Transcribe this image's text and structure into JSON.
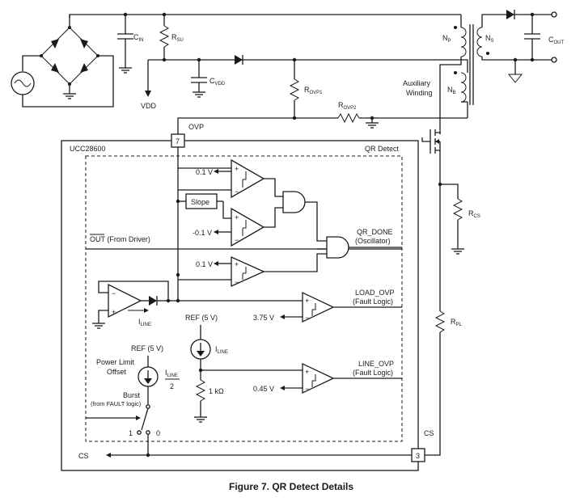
{
  "labels": {
    "cin": "C",
    "cin_sub": "IN",
    "rsu": "R",
    "rsu_sub": "SU",
    "vdd": "VDD",
    "cvdd": "C",
    "cvdd_sub": "VDD",
    "rovp1": "R",
    "rovp1_sub": "OVP1",
    "rovp2": "R",
    "rovp2_sub": "OVP2",
    "np": "N",
    "np_sub": "P",
    "ns": "N",
    "ns_sub": "S",
    "nb": "N",
    "nb_sub": "B",
    "cout": "C",
    "cout_sub": "OUT",
    "aux1": "Auxiliary",
    "aux2": "Winding",
    "ovp": "OVP",
    "pin7": "7",
    "pin3": "3",
    "chip": "UCC28600",
    "qr_detect": "QR Detect",
    "v_p01": "0.1 V",
    "v_m01": "-0.1 V",
    "v_p01b": "0.1 V",
    "slope": "Slope",
    "out_from_driver": "OUT (From Driver)",
    "out_overline": "OUT",
    "qr_done": "QR_DONE",
    "oscillator": "(Oscillator)",
    "load_ovp": "LOAD_OVP",
    "fault_logic_1": "(Fault Logic)",
    "v_375": "3.75 V",
    "iline": "I",
    "iline_sub": "LINE",
    "ref5v_a": "REF (5 V)",
    "iline2": "I",
    "iline2_sub": "LINE",
    "ref5v_b": "REF (5 V)",
    "power_limit": "Power Limit",
    "offset": "Offset",
    "iline3": "I",
    "iline3_sub": "LINE",
    "iline3_div": "2",
    "r_1k": "1 kΩ",
    "line_ovp": "LINE_OVP",
    "fault_logic_2": "(Fault Logic)",
    "v_045": "0.45 V",
    "burst1": "Burst",
    "burst2": "(from FAULT logic)",
    "sw1": "1",
    "sw0": "0",
    "cs_in": "CS",
    "cs_out": "CS",
    "rcs": "R",
    "rcs_sub": "CS",
    "rpl": "R",
    "rpl_sub": "PL",
    "plus": "+",
    "minus": "−"
  },
  "caption": "Figure 7.  QR Detect Details"
}
